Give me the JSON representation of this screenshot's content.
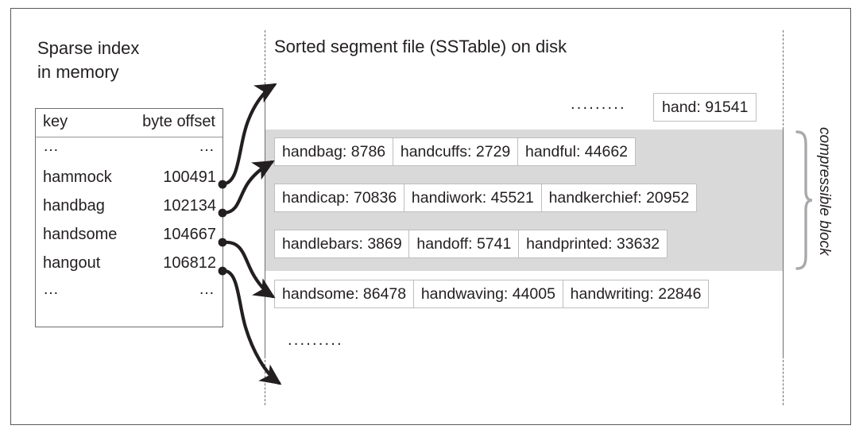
{
  "figure": {
    "left_panel": {
      "title": "Sparse index\nin memory",
      "table": {
        "headers": {
          "key": "key",
          "offset": "byte offset"
        },
        "rows": [
          {
            "key": "…",
            "offset": "…",
            "is_ellipsis": true
          },
          {
            "key": "hammock",
            "offset": "100491",
            "is_ellipsis": false
          },
          {
            "key": "handbag",
            "offset": "102134",
            "is_ellipsis": false
          },
          {
            "key": "handsome",
            "offset": "104667",
            "is_ellipsis": false
          },
          {
            "key": "hangout",
            "offset": "106812",
            "is_ellipsis": false
          },
          {
            "key": "…",
            "offset": "…",
            "is_ellipsis": true
          }
        ]
      }
    },
    "right_panel": {
      "title": "Sorted segment file (SSTable) on disk",
      "leading_ellipsis": ".........",
      "trailing_ellipsis": ".........",
      "first_entry": "hand: 91541",
      "block_label": "compressible block",
      "rows": [
        {
          "in_block": true,
          "cells": [
            "handbag: 8786",
            "handcuffs: 2729",
            "handful: 44662"
          ]
        },
        {
          "in_block": true,
          "cells": [
            "handicap: 70836",
            "handiwork: 45521",
            "handkerchief: 20952"
          ]
        },
        {
          "in_block": true,
          "cells": [
            "handlebars: 3869",
            "handoff: 5741",
            "handprinted: 33632"
          ]
        },
        {
          "in_block": false,
          "cells": [
            "handsome: 86478",
            "handwaving: 44005",
            "handwriting: 22846"
          ]
        }
      ]
    },
    "colors": {
      "frame": "#58585a",
      "text": "#231f20",
      "block_fill": "#d9d9d9",
      "cell_border": "#bcbec0",
      "table_border": "#6d6e70"
    }
  }
}
